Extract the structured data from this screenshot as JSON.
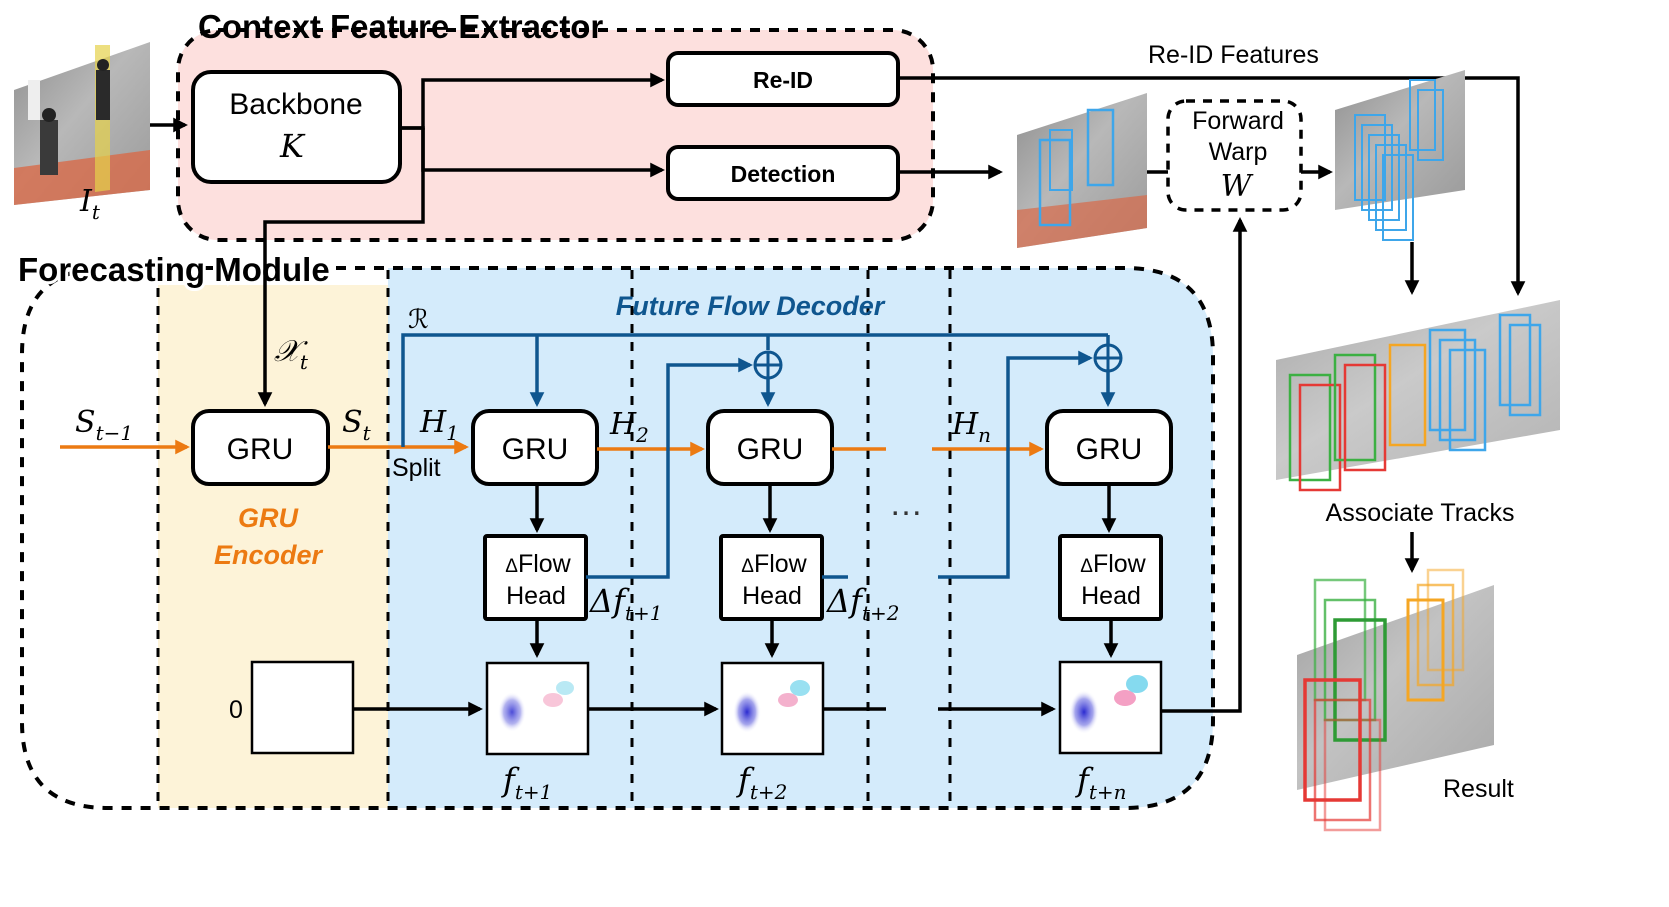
{
  "context": {
    "title": "Context Feature Extractor",
    "backbone": "Backbone",
    "backbone_sym": "K",
    "reid": "Re-ID",
    "detection": "Detection"
  },
  "input_label": "I",
  "input_sub": "t",
  "reid_features": "Re-ID Features",
  "warp": {
    "line1": "Forward",
    "line2": "Warp",
    "sym": "W"
  },
  "forecasting": {
    "title": "Forecasting Module",
    "decoder_title": "Future Flow Decoder",
    "encoder_line1": "GRU",
    "encoder_line2": "Encoder",
    "gru": "GRU",
    "split": "Split",
    "flow_head_line1": "Flow",
    "flow_head_line2": "Head",
    "delta": "Δ",
    "r_symbol": "ℛ",
    "x_sym": "𝒳",
    "x_sub": "t",
    "s_prev": "S",
    "s_prev_sub": "t−1",
    "s_cur": "S",
    "s_cur_sub": "t",
    "h": "H",
    "h1_sub": "1",
    "h2_sub": "2",
    "hn_sub": "n",
    "df1": "Δf",
    "df1_sub": "t+1",
    "df2": "Δf",
    "df2_sub": "t+2",
    "f": "f",
    "f1_sub": "t+1",
    "f2_sub": "t+2",
    "fn_sub": "t+n",
    "zero": "0",
    "ellipsis": "…",
    "oplus": "⊕"
  },
  "associate": "Associate Tracks",
  "result": "Result",
  "colors": {
    "context_fill": "#fde0de",
    "encoder_fill": "#fdf3d8",
    "decoder_fill": "#d4ebfb",
    "orange": "#ec7a12",
    "blue": "#0f568f",
    "track_green": "#3cb043",
    "track_red": "#e53935",
    "track_orange": "#f5a623",
    "det_blue": "#3ea6ea"
  }
}
